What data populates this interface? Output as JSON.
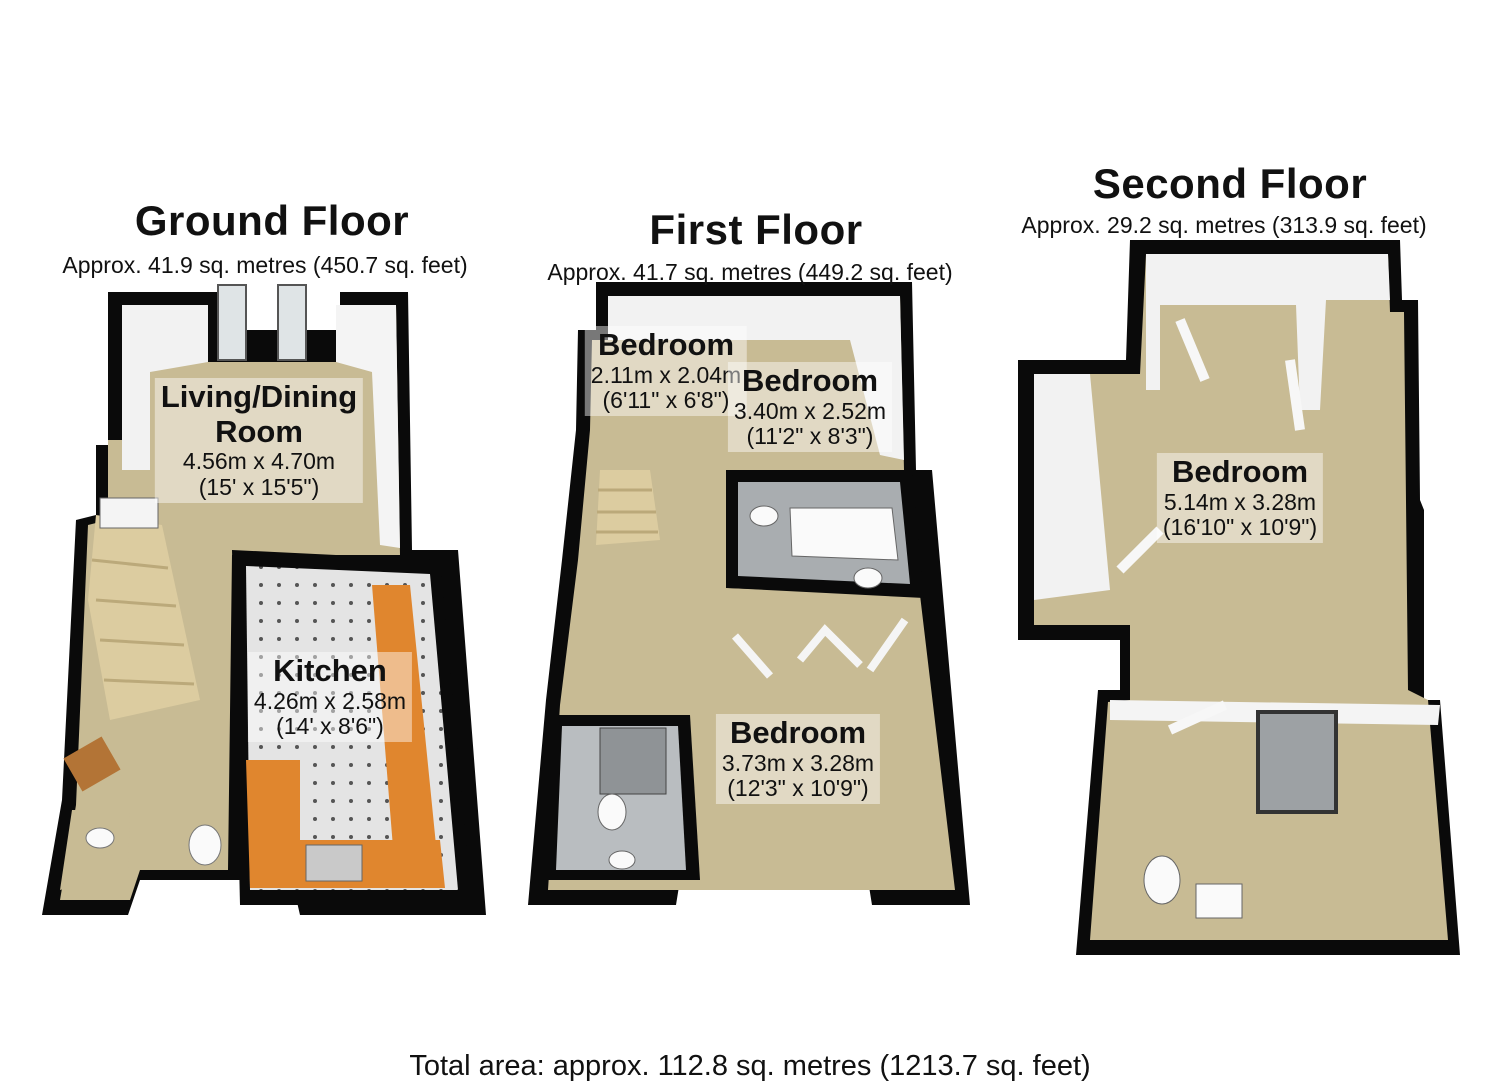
{
  "floors": [
    {
      "title": "Ground Floor",
      "area": "Approx. 41.9 sq. metres (450.7 sq. feet)",
      "rooms": [
        {
          "name": "Living/Dining Room",
          "name_line1": "Living/Dining",
          "name_line2": "Room",
          "size_m": "4.56m x 4.70m",
          "size_ft": "(15' x 15'5\")"
        },
        {
          "name": "Kitchen",
          "size_m": "4.26m x 2.58m",
          "size_ft": "(14' x 8'6\")"
        }
      ]
    },
    {
      "title": "First Floor",
      "area": "Approx. 41.7 sq. metres (449.2 sq. feet)",
      "rooms": [
        {
          "name": "Bedroom",
          "size_m": "2.11m x 2.04m",
          "size_ft": "(6'11\" x 6'8\")"
        },
        {
          "name": "Bedroom",
          "size_m": "3.40m x 2.52m",
          "size_ft": "(11'2\" x 8'3\")"
        },
        {
          "name": "Bedroom",
          "size_m": "3.73m x 3.28m",
          "size_ft": "(12'3\" x 10'9\")"
        }
      ]
    },
    {
      "title": "Second Floor",
      "area": "Approx. 29.2 sq. metres (313.9 sq. feet)",
      "rooms": [
        {
          "name": "Bedroom",
          "size_m": "5.14m x 3.28m",
          "size_ft": "(16'10\" x 10'9\")"
        }
      ]
    }
  ],
  "total_area": "Total area: approx. 112.8 sq. metres (1213.7 sq. feet)",
  "colors": {
    "wall": "#0a0a0a",
    "carpet": "#c8bb94",
    "inner_wall": "#f2f2f2",
    "worktop": "#e0862e",
    "tile": "#dcdcdc",
    "bath_tile": "#a9adb0",
    "stairs": "#dccca0"
  }
}
